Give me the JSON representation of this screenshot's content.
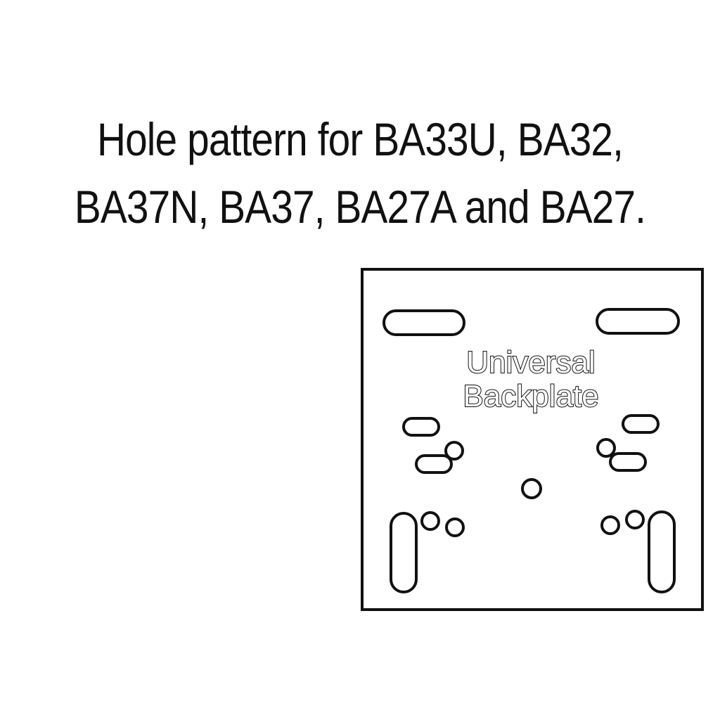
{
  "title": {
    "line1": "Hole pattern for BA33U, BA32,",
    "line2": "BA37N, BA37, BA27A and BA27."
  },
  "plate": {
    "label_line1": "Universal",
    "label_line2": "Backplate"
  },
  "colors": {
    "ink": "#111111",
    "background": "#ffffff"
  }
}
